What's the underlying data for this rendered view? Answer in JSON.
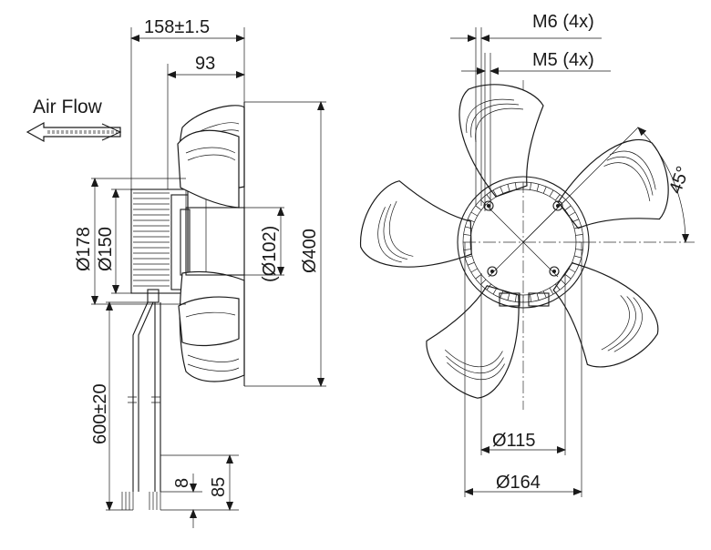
{
  "labels": {
    "air_flow": "Air Flow"
  },
  "side_view": {
    "overall_length": "158±1.5",
    "depth": "93",
    "d_motor_outer": "Ø178",
    "d_motor_inner": "Ø150",
    "d_hub": "(Ø102)",
    "d_impeller": "Ø400",
    "cable_length": "600±20",
    "strip_length": "8",
    "sleeve_length": "85"
  },
  "front_view": {
    "thread_m6": "M6 (4x)",
    "thread_m5": "M5 (4x)",
    "angle": "45°",
    "bolt_circle_inner": "Ø115",
    "bolt_circle_outer": "Ø164"
  }
}
